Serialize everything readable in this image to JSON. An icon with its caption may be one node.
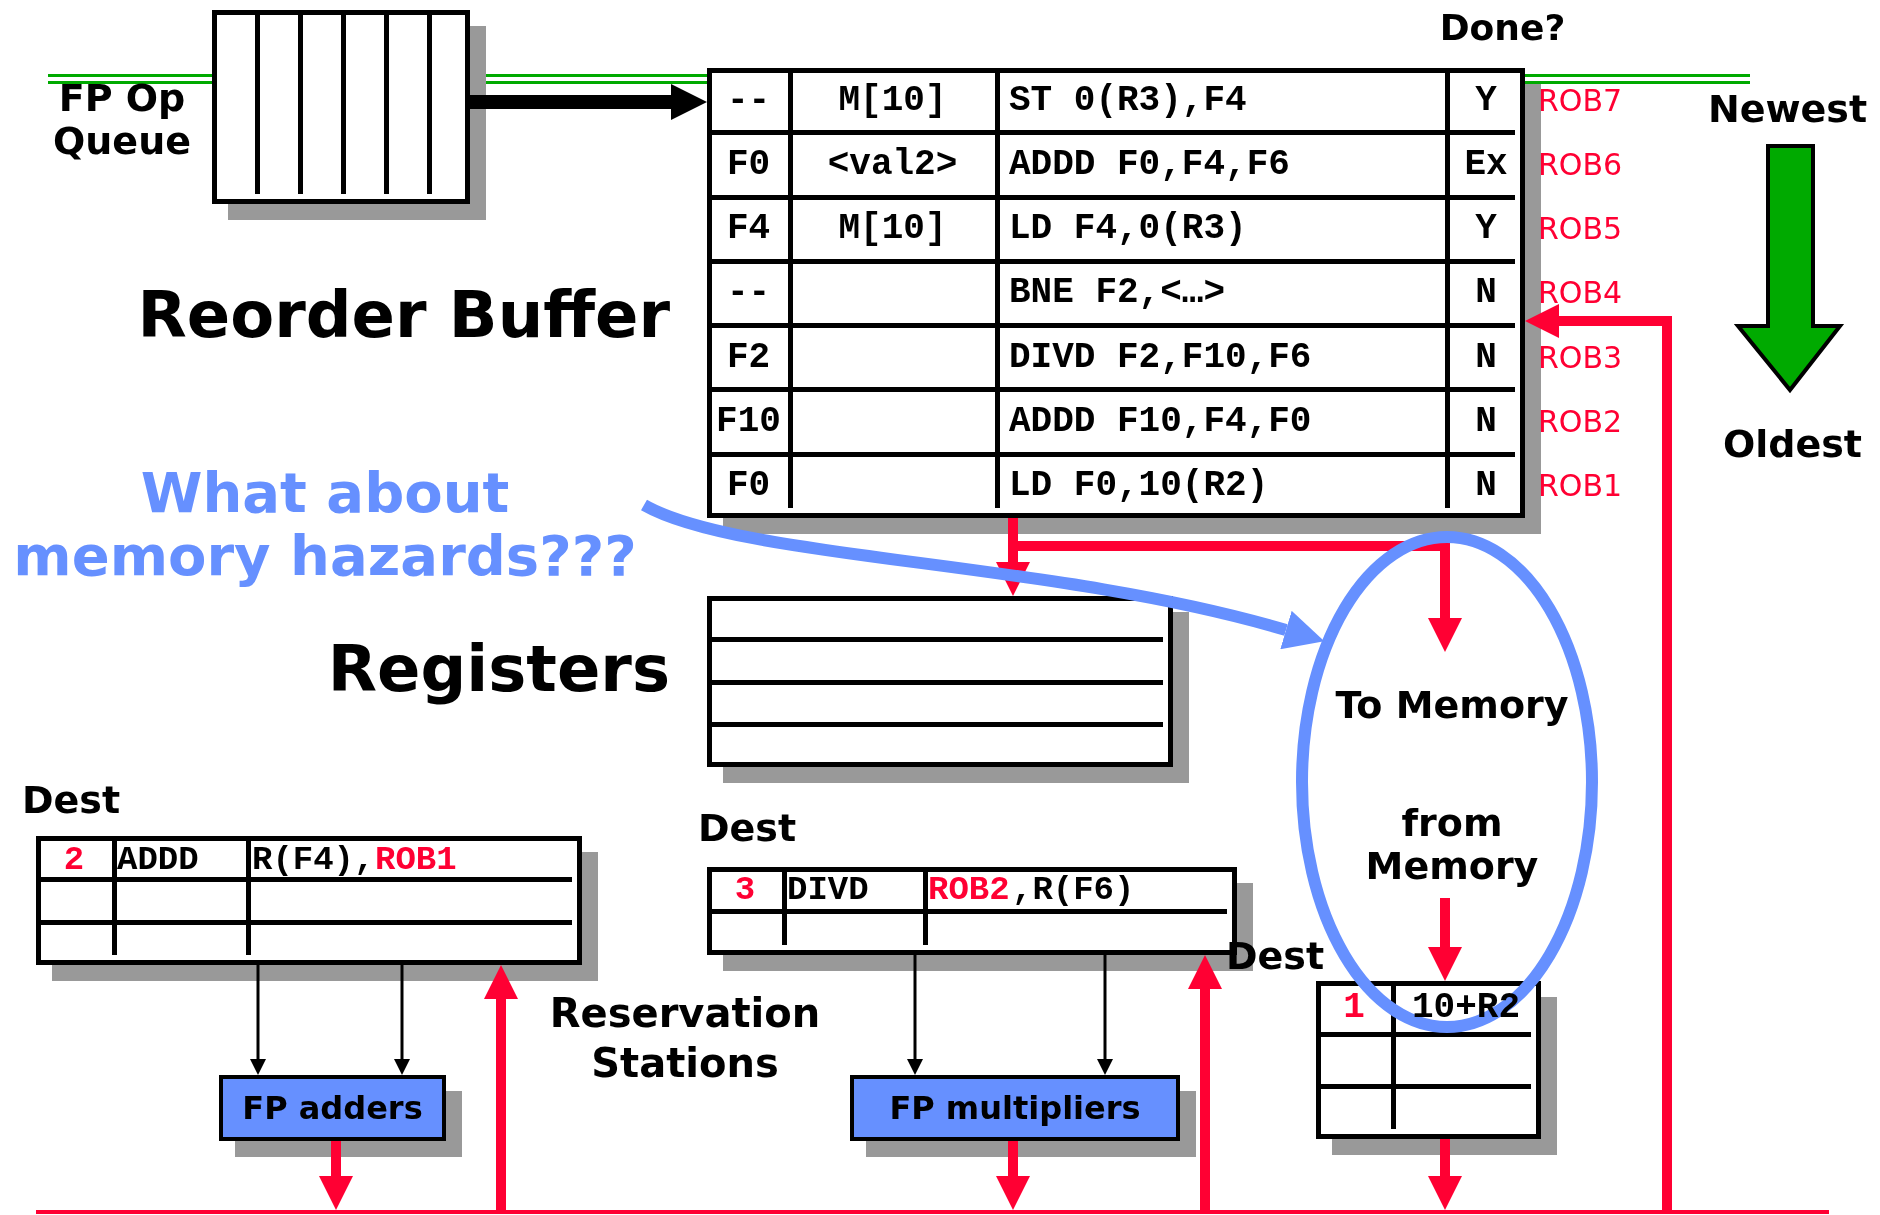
{
  "diagram": {
    "nodes": [
      {
        "text": [
          "FP Op Queue"
        ]
      },
      {
        "text": [
          "Reorder Buffer"
        ],
        "beside": [
          "ROB7",
          "ROB6",
          "ROB5",
          "ROB4",
          "ROB3",
          "ROB2",
          "ROB1"
        ]
      },
      {
        "text": [
          "Registers"
        ]
      },
      {
        "text": [
          "To Memory",
          "from Memory"
        ]
      },
      {
        "text": [
          "Dest"
        ]
      },
      {
        "text": [
          "Dest"
        ]
      },
      {
        "text": [
          "Dest"
        ]
      },
      {
        "text": [
          "FP adders"
        ]
      },
      {
        "text": [
          "FP multipliers"
        ]
      },
      {
        "text": [],
        "shape": "bar"
      },
      {
        "text": [
          "What about memory hazards???"
        ]
      }
    ],
    "edges": [
      {
        "from": 0,
        "to": 1,
        "arrow": "to",
        "color": "#000000"
      },
      {
        "from": 1,
        "to": 2,
        "arrow": "to"
      },
      {
        "from": 1,
        "to": 3,
        "arrow": "to"
      },
      {
        "from": 3,
        "to": 4,
        "arrow": "to"
      },
      {
        "from": 4,
        "to": 9,
        "arrow": "to"
      },
      {
        "from": 5,
        "to": 7,
        "arrow": "to",
        "color": "#000000"
      },
      {
        "from": 5,
        "to": 7,
        "arrow": "to",
        "color": "#000000"
      },
      {
        "from": 6,
        "to": 8,
        "arrow": "to",
        "color": "#000000"
      },
      {
        "from": 6,
        "to": 8,
        "arrow": "to",
        "color": "#000000"
      },
      {
        "from": 7,
        "to": 9,
        "arrow": "to"
      },
      {
        "from": 8,
        "to": 9,
        "arrow": "to"
      },
      {
        "from": 9,
        "to": 5,
        "arrow": "to"
      },
      {
        "from": 9,
        "to": 6,
        "arrow": "to"
      },
      {
        "from": 9,
        "to": 1,
        "arrow": "to"
      },
      {
        "from": 10,
        "to": 3,
        "arrow": "to",
        "color": "#6690ff"
      }
    ],
    "labels": [
      "Done?",
      "Newest",
      "--",
      "M[10]",
      "ST 0(R3),F4",
      "Y",
      "F0",
      "<val2>",
      "ADDD F0,F4,F6",
      "Ex",
      "F4",
      "M[10]",
      "LD F4,0(R3)",
      "Y",
      "--",
      "BNE F2,<…>",
      "N",
      "F2",
      "DIVD F2,F10,F6",
      "N",
      "F10",
      "ADDD F10,F4,F0",
      "N",
      "F0",
      "LD F0,10(R2)",
      "N",
      "Oldest",
      "Reservation Stations",
      "2",
      "ADDD",
      "R(F4),",
      "ROB1",
      "3",
      "DIVD",
      "ROB2",
      ",R(F6)",
      "1",
      "10+R2"
    ]
  }
}
